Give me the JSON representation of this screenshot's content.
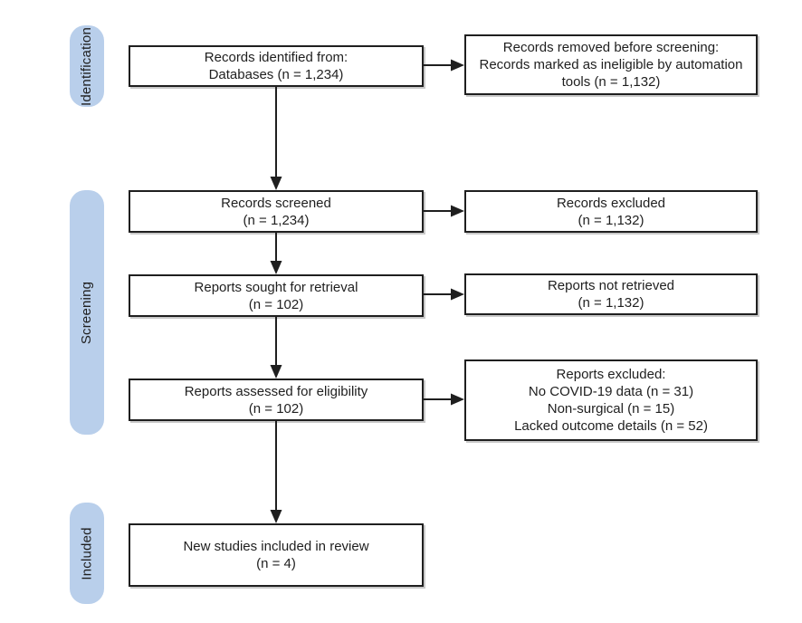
{
  "diagram": {
    "colors": {
      "stage_fill": "#b9cfeb",
      "box_border": "#1f1f1f",
      "arrow": "#1f1f1f",
      "box_shadow": "#c9c9c9",
      "text": "#1f1f1f",
      "background": "#ffffff"
    },
    "stages": [
      {
        "label": "Identification"
      },
      {
        "label": "Screening"
      },
      {
        "label": "Included"
      }
    ],
    "main_flow": [
      {
        "lines": [
          "Records identified from:",
          "Databases (n = 1,234)"
        ]
      },
      {
        "lines": [
          "Records screened",
          "(n = 1,234)"
        ]
      },
      {
        "lines": [
          "Reports sought for retrieval",
          "(n = 102)"
        ]
      },
      {
        "lines": [
          "Reports assessed for eligibility",
          "(n = 102)"
        ]
      },
      {
        "lines": [
          "New studies included in review",
          "(n = 4)"
        ]
      }
    ],
    "exclusion_flow": [
      {
        "lines": [
          "Records removed before screening:",
          "Records marked as ineligible by automation",
          "tools (n = 1,132)"
        ]
      },
      {
        "lines": [
          "Records excluded",
          "(n = 1,132)"
        ]
      },
      {
        "lines": [
          "Reports not retrieved",
          "(n = 1,132)"
        ]
      },
      {
        "lines": [
          "Reports excluded:",
          "No COVID-19 data (n = 31)",
          "Non-surgical (n = 15)",
          "Lacked outcome details (n = 52)"
        ]
      }
    ]
  }
}
